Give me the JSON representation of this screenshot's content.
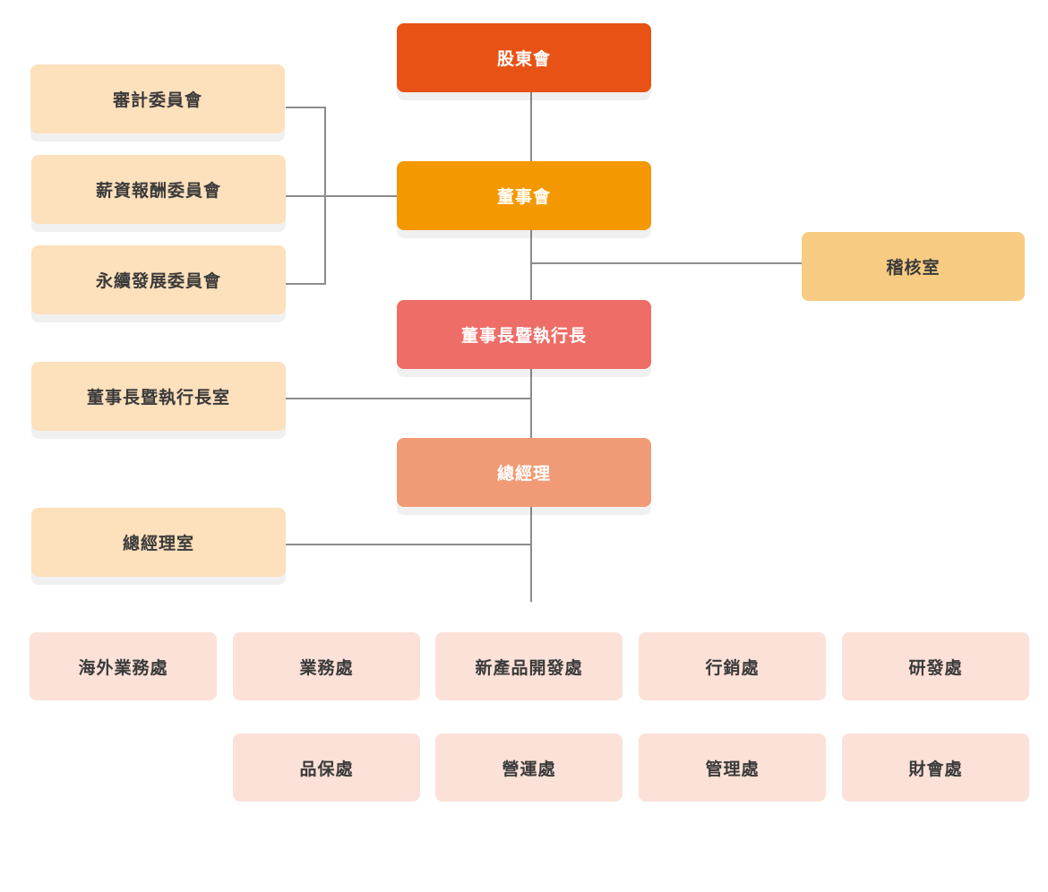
{
  "org_chart": {
    "top": {
      "shareholders": "股東會",
      "board": "董事會",
      "chairman_ceo": "董事長暨執行長",
      "general_manager": "總經理"
    },
    "committees": [
      "審計委員會",
      "薪資報酬委員會",
      "永續發展委員會"
    ],
    "internal_audit": "稽核室",
    "chairman_office": "董事長暨執行長室",
    "gm_office": "總經理室",
    "departments_row1": [
      "海外業務處",
      "業務處",
      "新產品開發處",
      "行銷處",
      "研發處"
    ],
    "departments_row2": [
      "品保處",
      "營運處",
      "管理處",
      "財會處"
    ]
  },
  "colors": {
    "shareholders": "#e85214",
    "board": "#f39800",
    "chairman_ceo": "#ee6d66",
    "general_manager": "#f19b76",
    "committee": "#fde0bc",
    "internal_audit": "#f7cc82",
    "department": "#fbe1d7",
    "connector": "#8c8c8c"
  }
}
